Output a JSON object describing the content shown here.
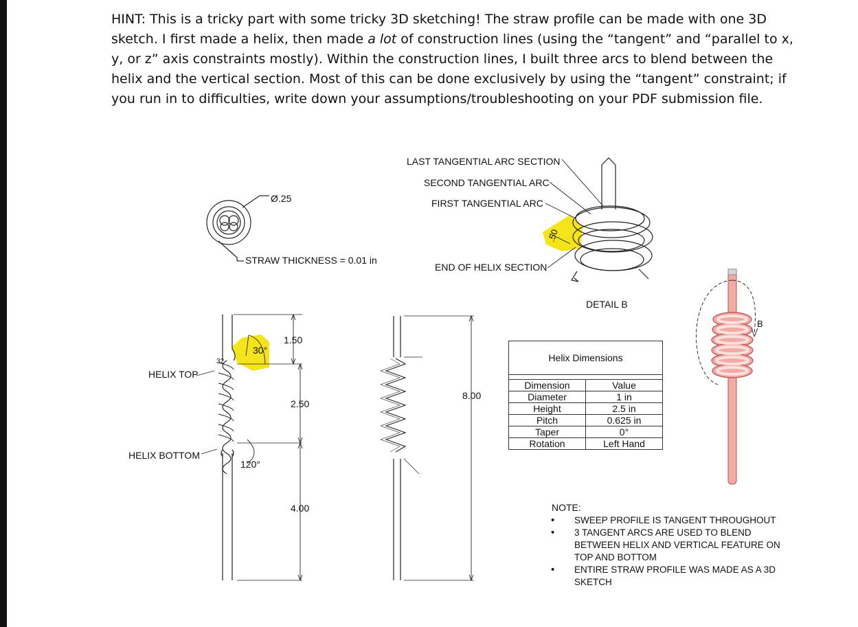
{
  "hint": {
    "prefix": "HINT: This is a tricky part with some tricky 3D sketching! The straw profile can be made with one 3D sketch. I first made a helix, then made ",
    "emphasis": "a lot",
    "suffix": " of construction lines (using the “tangent” and “parallel to x, y, or z” axis constraints mostly). Within the construction lines, I built three arcs to blend between the helix and the vertical section. Most of this can be done exclusively by using the “tangent” constraint; if you run in to difficulties, write down your assumptions/troubleshooting on your PDF submission file."
  },
  "section_view": {
    "diameter_label": "Ø.25",
    "thickness_label": "STRAW THICKNESS = 0.01 in"
  },
  "detail_b": {
    "callouts": [
      "LAST TANGENTIAL ARC SECTION",
      "SECOND TANGENTIAL ARC",
      "FIRST TANGENTIAL ARC",
      "END OF HELIX SECTION"
    ],
    "small_dim": ".50",
    "title": "DETAIL  B"
  },
  "front_view": {
    "helix_top": "HELIX TOP",
    "helix_bottom": "HELIX BOTTOM",
    "angle_top": "30°",
    "angle_bottom": "120°",
    "dim_top": "1.50",
    "dim_mid": "2.50",
    "dim_bottom": "4.00",
    "top_small": "32"
  },
  "side_view": {
    "overall": "8.00"
  },
  "helix_table": {
    "title": "Helix Dimensions",
    "headers": [
      "Dimension",
      "Value"
    ],
    "rows": [
      [
        "Diameter",
        "1 in"
      ],
      [
        "Height",
        "2.5 in"
      ],
      [
        "Pitch",
        "0.625 in"
      ],
      [
        "Taper",
        "0°"
      ],
      [
        "Rotation",
        "Left Hand"
      ]
    ]
  },
  "iso_view": {
    "detail_letter": "B"
  },
  "notes": {
    "heading": "NOTE:",
    "items": [
      "SWEEP PROFILE IS TANGENT THROUGHOUT",
      "3 TANGENT ARCS ARE USED TO BLEND BETWEEN HELIX AND VERTICAL FEATURE ON TOP AND BOTTOM",
      "ENTIRE STRAW PROFILE WAS MADE AS A 3D SKETCH"
    ]
  },
  "colors": {
    "highlight": "#f5e41a",
    "straw_pink": "#f2aaa5",
    "straw_edge": "#b5514c",
    "line": "#222222"
  }
}
